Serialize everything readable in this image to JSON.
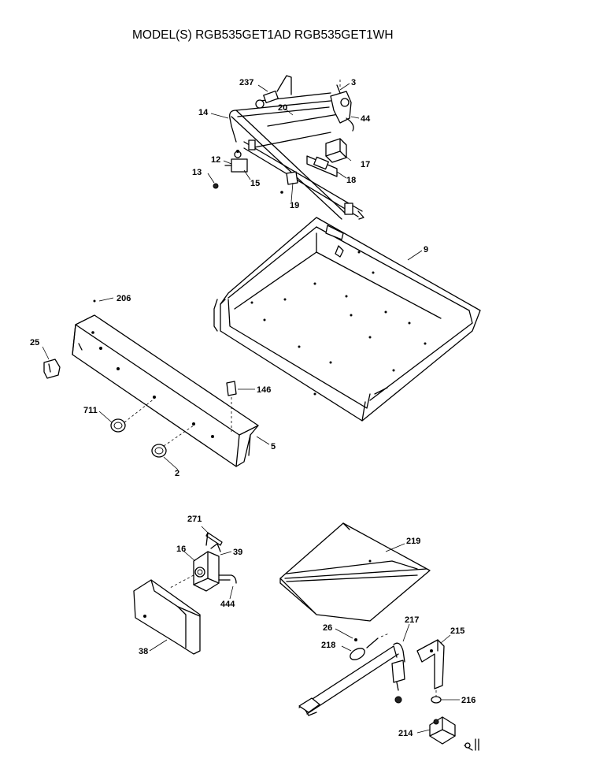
{
  "title": "MODEL(S) RGB535GET1AD  RGB535GET1WH",
  "labels": {
    "p237": "237",
    "p3": "3",
    "p14": "14",
    "p20": "20",
    "p44": "44",
    "p12": "12",
    "p17": "17",
    "p13": "13",
    "p15": "15",
    "p18": "18",
    "p19": "19",
    "p9": "9",
    "p206": "206",
    "p25": "25",
    "p146": "146",
    "p711": "711",
    "p5": "5",
    "p2": "2",
    "p271": "271",
    "p16": "16",
    "p39": "39",
    "p444": "444",
    "p38": "38",
    "p219": "219",
    "p26": "26",
    "p217": "217",
    "p215": "215",
    "p218": "218",
    "p216": "216",
    "p214": "214"
  }
}
